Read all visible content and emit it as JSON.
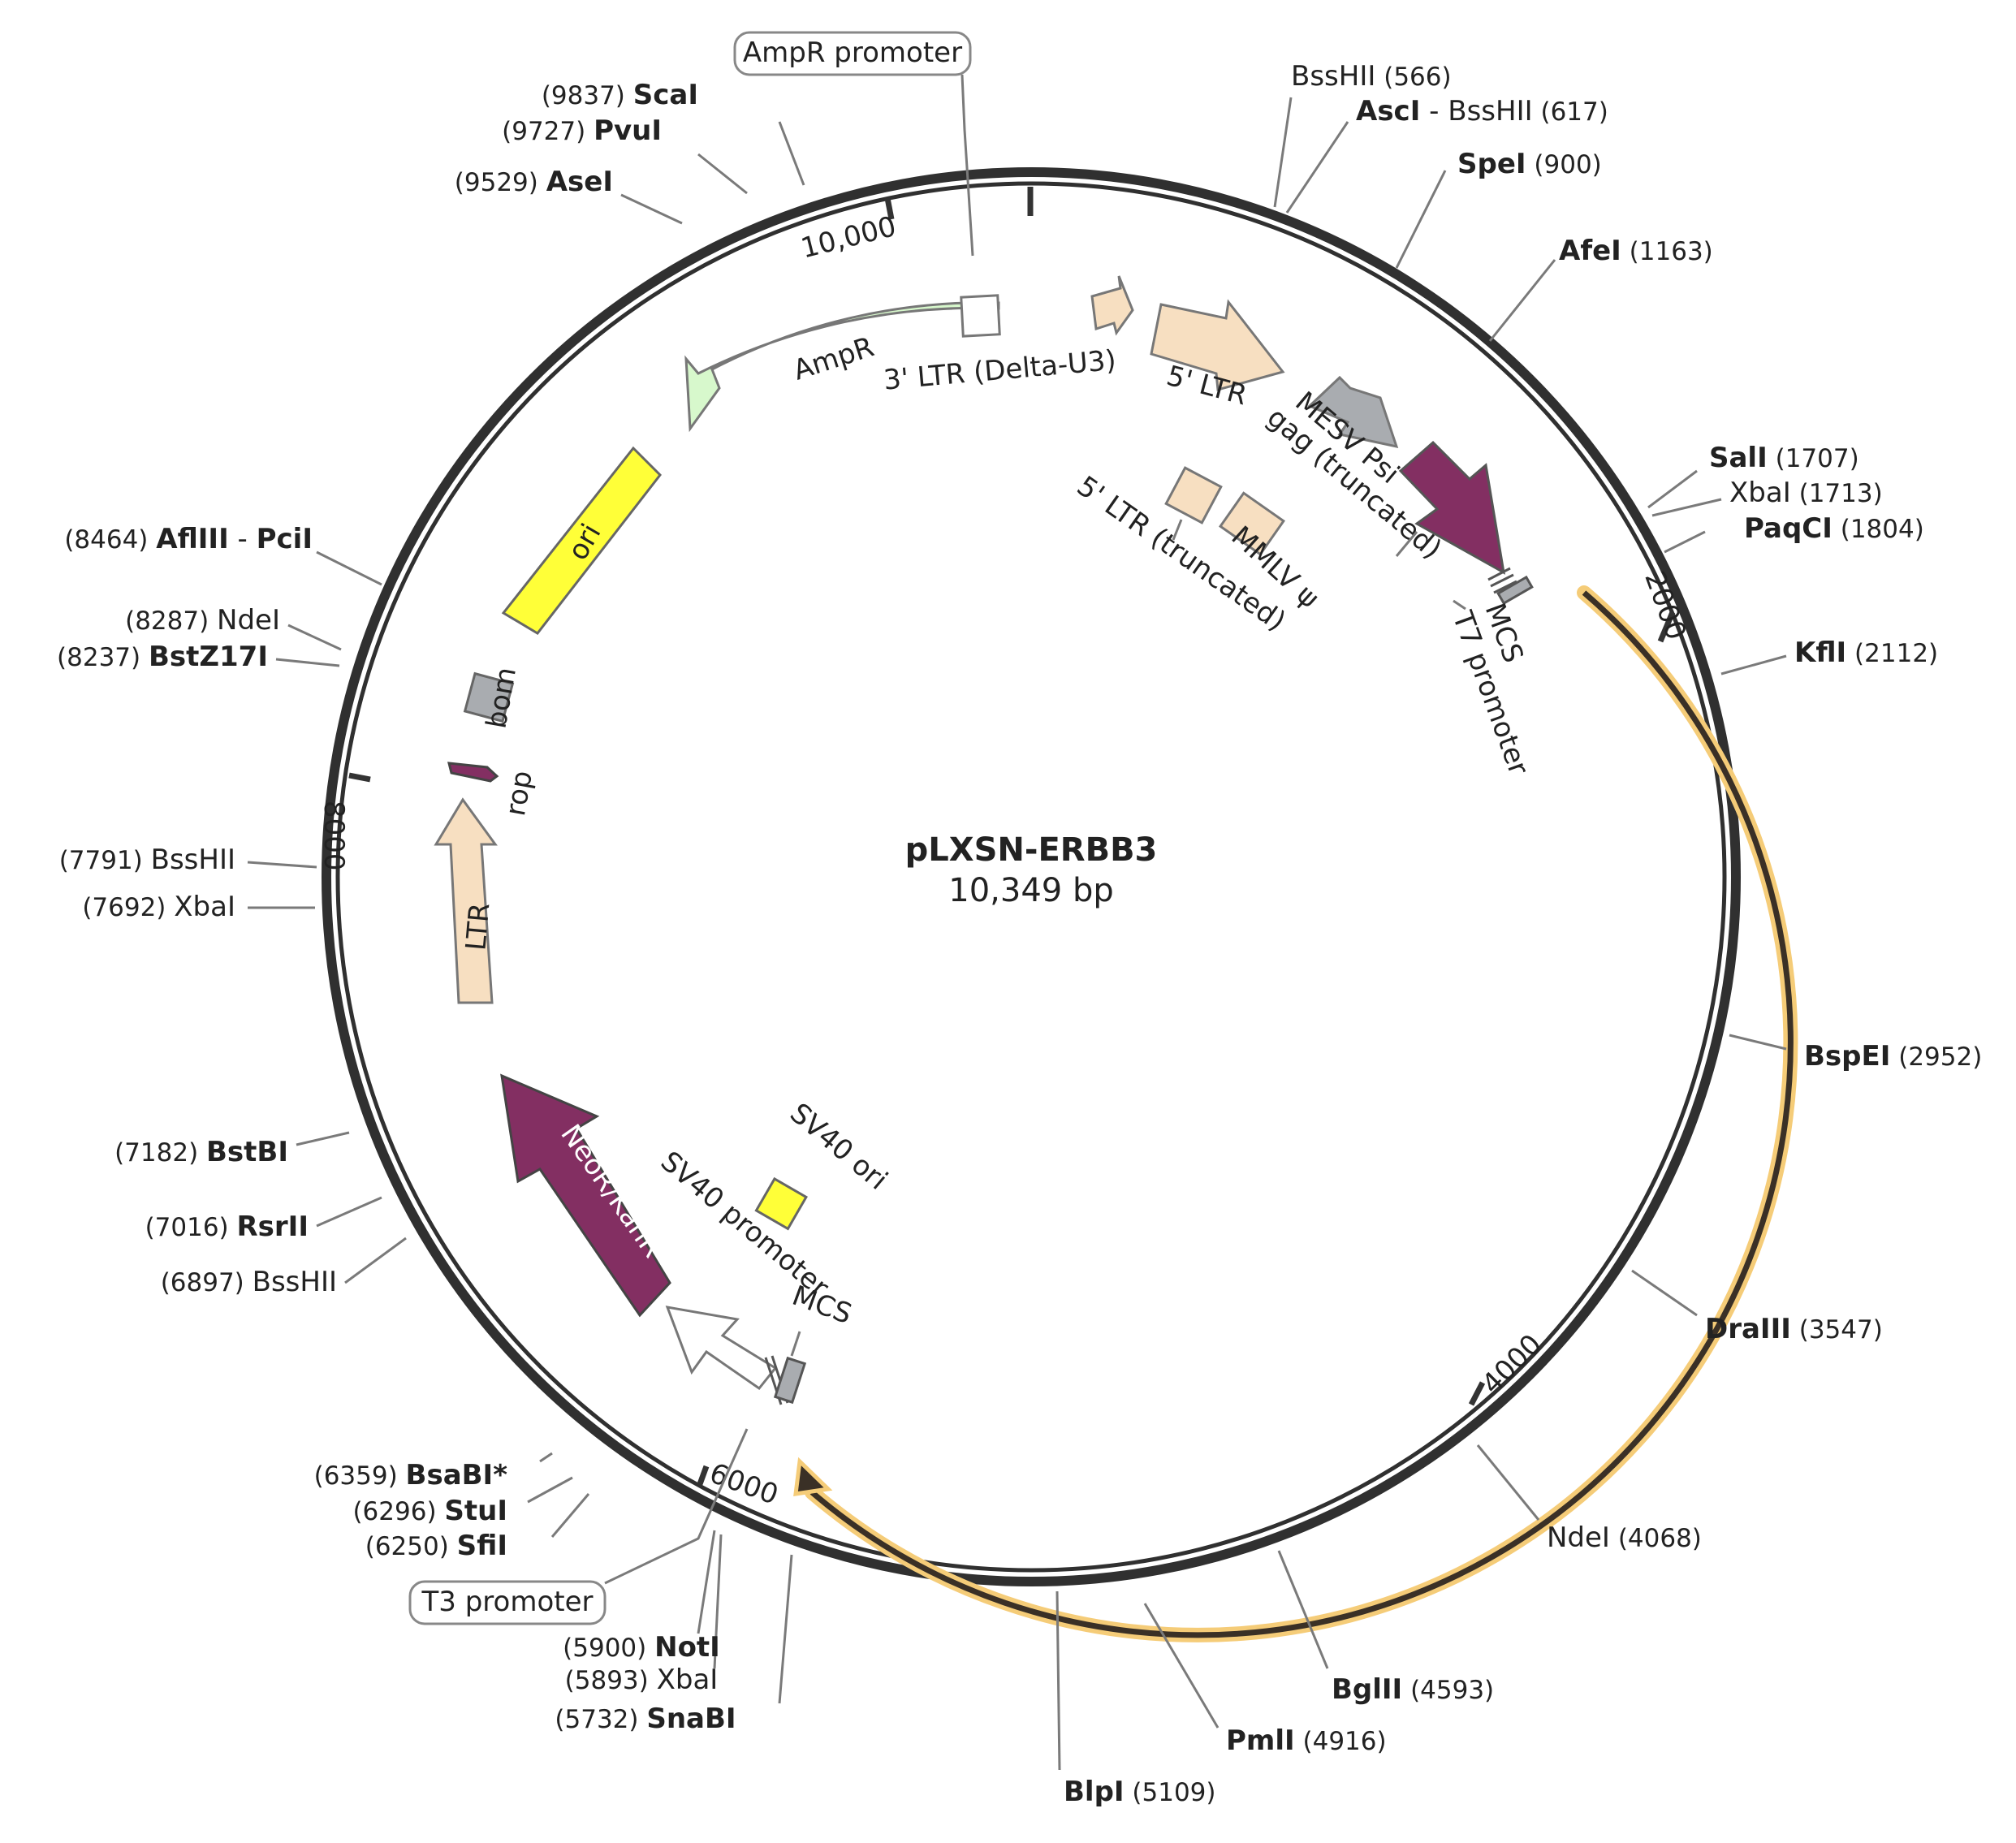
{
  "plasmid": {
    "name": "pLXSN-ERBB3",
    "length_label": "10,349 bp",
    "length": 10349
  },
  "tick_labels": [
    {
      "text": "10,000",
      "pos": 10000
    },
    {
      "text": "2000",
      "pos": 2000
    },
    {
      "text": "4000",
      "pos": 4000
    },
    {
      "text": "6000",
      "pos": 6000
    },
    {
      "text": "8000",
      "pos": 8000
    }
  ],
  "sites": [
    {
      "name": "BssHII",
      "pos": 566,
      "pos_label": "(566)",
      "bold": false
    },
    {
      "name": "AscI",
      "extra": "BssHII",
      "pos": 617,
      "pos_label": "(617)",
      "bold": true
    },
    {
      "name": "SpeI",
      "pos": 900,
      "pos_label": "(900)",
      "bold": true
    },
    {
      "name": "AfeI",
      "pos": 1163,
      "pos_label": "(1163)",
      "bold": true
    },
    {
      "name": "SalI",
      "pos": 1707,
      "pos_label": "(1707)",
      "bold": true
    },
    {
      "name": "XbaI",
      "pos": 1713,
      "pos_label": "(1713)",
      "bold": false
    },
    {
      "name": "PaqCI",
      "pos": 1804,
      "pos_label": "(1804)",
      "bold": true
    },
    {
      "name": "KflI",
      "pos": 2112,
      "pos_label": "(2112)",
      "bold": true
    },
    {
      "name": "BspEI",
      "pos": 2952,
      "pos_label": "(2952)",
      "bold": true
    },
    {
      "name": "DraIII",
      "pos": 3547,
      "pos_label": "(3547)",
      "bold": true
    },
    {
      "name": "NdeI",
      "pos": 4068,
      "pos_label": "(4068)",
      "bold": false
    },
    {
      "name": "BglII",
      "pos": 4593,
      "pos_label": "(4593)",
      "bold": true
    },
    {
      "name": "PmlI",
      "pos": 4916,
      "pos_label": "(4916)",
      "bold": true
    },
    {
      "name": "BlpI",
      "pos": 5109,
      "pos_label": "(5109)",
      "bold": true
    },
    {
      "name": "SnaBI",
      "pos": 5732,
      "pos_label": "(5732)",
      "bold": true
    },
    {
      "name": "XbaI",
      "pos": 5893,
      "pos_label": "(5893)",
      "bold": false
    },
    {
      "name": "NotI",
      "pos": 5900,
      "pos_label": "(5900)",
      "bold": true
    },
    {
      "name": "SfiI",
      "pos": 6250,
      "pos_label": "(6250)",
      "bold": true
    },
    {
      "name": "StuI",
      "pos": 6296,
      "pos_label": "(6296)",
      "bold": true
    },
    {
      "name": "BsaBI*",
      "pos": 6359,
      "pos_label": "(6359)",
      "bold": true
    },
    {
      "name": "BssHII",
      "pos": 6897,
      "pos_label": "(6897)",
      "bold": false
    },
    {
      "name": "RsrII",
      "pos": 7016,
      "pos_label": "(7016)",
      "bold": true
    },
    {
      "name": "BstBI",
      "pos": 7182,
      "pos_label": "(7182)",
      "bold": true
    },
    {
      "name": "XbaI",
      "pos": 7692,
      "pos_label": "(7692)",
      "bold": false
    },
    {
      "name": "BssHII",
      "pos": 7791,
      "pos_label": "(7791)",
      "bold": false
    },
    {
      "name": "BstZ17I",
      "pos": 8237,
      "pos_label": "(8237)",
      "bold": true
    },
    {
      "name": "NdeI",
      "pos": 8287,
      "pos_label": "(8287)",
      "bold": false
    },
    {
      "name": "AflIII",
      "extra": "PciI",
      "pos": 8464,
      "pos_label": "(8464)",
      "bold": true
    },
    {
      "name": "AseI",
      "pos": 9529,
      "pos_label": "(9529)",
      "bold": true
    },
    {
      "name": "PvuI",
      "pos": 9727,
      "pos_label": "(9727)",
      "bold": true
    },
    {
      "name": "ScaI",
      "pos": 9837,
      "pos_label": "(9837)",
      "bold": true
    }
  ],
  "boxed_features": [
    {
      "label": "AmpR promoter"
    },
    {
      "label": "T3 promoter"
    }
  ],
  "features": [
    {
      "label": "AmpR",
      "color": "#d7f8cc"
    },
    {
      "label": "3' LTR (Delta-U3)",
      "color": "#f7dfc1"
    },
    {
      "label": "5' LTR",
      "color": "#f7dfc1"
    },
    {
      "label": "MESV Psi",
      "color": "#a9acb0"
    },
    {
      "label": "gag (truncated)",
      "color": "#832f62"
    },
    {
      "label": "MMLV ψ",
      "color": "#f7dfc1"
    },
    {
      "label": "5' LTR (truncated)",
      "color": "#f7dfc1"
    },
    {
      "label": "MCS",
      "color": "#a9acb0"
    },
    {
      "label": "T7 promoter",
      "color": "#ffffff"
    },
    {
      "label": "ori",
      "color": "#ffff38"
    },
    {
      "label": "bom",
      "color": "#a9acb0"
    },
    {
      "label": "rop",
      "color": "#832f62"
    },
    {
      "label": "LTR",
      "color": "#f7dfc1"
    },
    {
      "label": "NeoR/KanR",
      "color": "#832f62"
    },
    {
      "label": "SV40 ori",
      "color": "#ffff38"
    },
    {
      "label": "SV40 promoter",
      "color": "#ffffff"
    },
    {
      "label": "MCS",
      "color": "#a9acb0"
    }
  ],
  "insert_color": "#f5cc78"
}
